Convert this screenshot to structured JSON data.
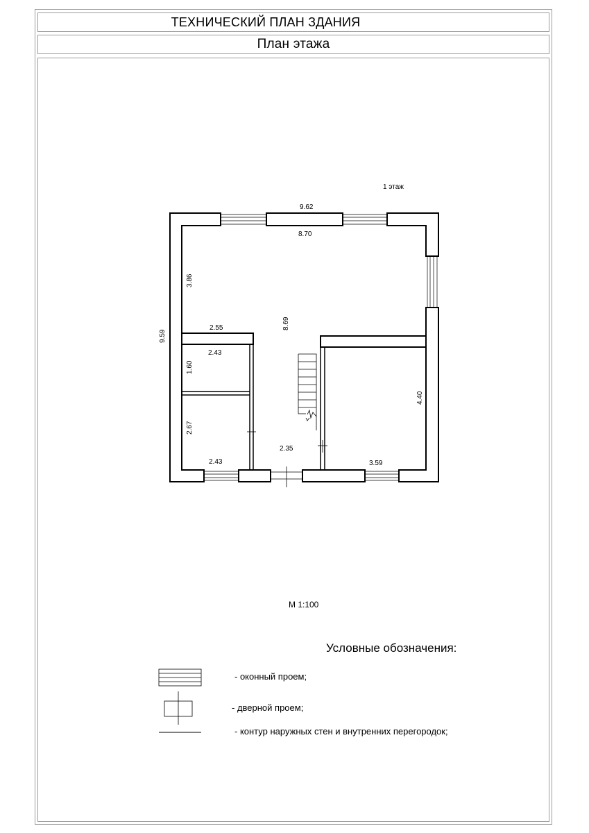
{
  "header": {
    "title": "ТЕХНИЧЕСКИЙ ПЛАН ЗДАНИЯ",
    "subtitle": "План этажа"
  },
  "floor_label": "1 этаж",
  "dimensions": {
    "outer_width": "9.62",
    "inner_width": "8.70",
    "outer_height": "9.59",
    "upper_room_depth": "3.86",
    "partition_length": "2.55",
    "hall_length": "8.69",
    "small_room_width_top": "2.43",
    "small_room_depth": "1.60",
    "bath_depth": "2.67",
    "bath_width": "2.43",
    "corridor_width": "2.35",
    "right_room_depth": "4.40",
    "right_room_width": "3.59"
  },
  "scale": "М 1:100",
  "legend": {
    "title": "Условные обозначения:",
    "window": "- оконный проем;",
    "door": "- дверной проем;",
    "walls": "- контур наружных стен и внутренних перегородок;"
  }
}
